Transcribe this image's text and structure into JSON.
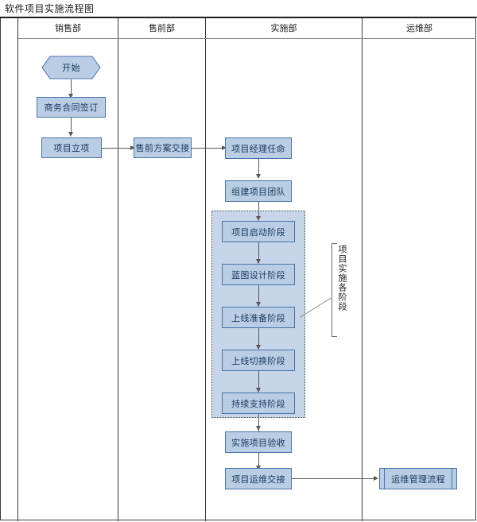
{
  "diagram": {
    "title": "软件项目实施流程图",
    "type": "swimlane-flowchart"
  },
  "lanes": [
    {
      "id": "sales",
      "label": "销售部"
    },
    {
      "id": "presales",
      "label": "售前部"
    },
    {
      "id": "implementation",
      "label": "实施部"
    },
    {
      "id": "operations",
      "label": "运维部"
    }
  ],
  "nodes": {
    "start": {
      "label": "开始",
      "shape": "terminator",
      "lane": "sales"
    },
    "contract": {
      "label": "商务合同签订",
      "shape": "process",
      "lane": "sales"
    },
    "project_setup": {
      "label": "项目立项",
      "shape": "process",
      "lane": "sales"
    },
    "presales_handover": {
      "label": "售前方案交接",
      "shape": "process",
      "lane": "presales"
    },
    "pm_appoint": {
      "label": "项目经理任命",
      "shape": "process",
      "lane": "implementation"
    },
    "team_build": {
      "label": "组建项目团队",
      "shape": "process",
      "lane": "implementation"
    },
    "phase_kickoff": {
      "label": "项目启动阶段",
      "shape": "process",
      "lane": "implementation"
    },
    "phase_blueprint": {
      "label": "蓝图设计阶段",
      "shape": "process",
      "lane": "implementation"
    },
    "phase_prelaunch": {
      "label": "上线准备阶段",
      "shape": "process",
      "lane": "implementation"
    },
    "phase_cutover": {
      "label": "上线切换阶段",
      "shape": "process",
      "lane": "implementation"
    },
    "phase_support": {
      "label": "持续支持阶段",
      "shape": "process",
      "lane": "implementation"
    },
    "acceptance": {
      "label": "实施项目验收",
      "shape": "process",
      "lane": "implementation"
    },
    "ops_handover": {
      "label": "项目运维交接",
      "shape": "process",
      "lane": "implementation"
    },
    "ops_process": {
      "label": "运维管理流程",
      "shape": "predefined-process",
      "lane": "operations"
    }
  },
  "annotation": {
    "label": "项目实施各阶段"
  },
  "colors": {
    "node_fill": "#b9cde4",
    "node_border": "#4a72a8",
    "node_text": "#16365c",
    "group_fill": "#c6d5e9",
    "group_border": "#4f4f4f",
    "connector": "#58585a",
    "frame_border": "#3a3a3a",
    "page_background": "#ffffff"
  }
}
